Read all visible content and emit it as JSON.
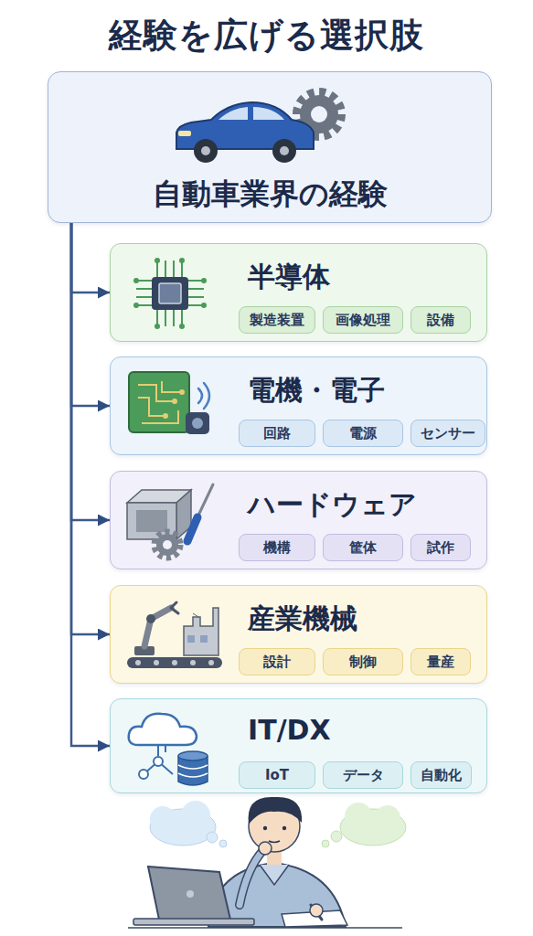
{
  "diagram": {
    "title": "経験を広げる選択肢",
    "nodes": [
      {
        "text": [
          "自動車業界の経験"
        ]
      },
      {
        "text": [
          "半導体"
        ]
      },
      {
        "text": [
          "製造装置"
        ],
        "in": 1
      },
      {
        "text": [
          "画像処理"
        ],
        "in": 1
      },
      {
        "text": [
          "設備"
        ],
        "in": 1
      },
      {
        "text": [
          "電機・電子"
        ]
      },
      {
        "text": [
          "回路"
        ],
        "in": 5
      },
      {
        "text": [
          "電源"
        ],
        "in": 5
      },
      {
        "text": [
          "センサー"
        ],
        "in": 5
      },
      {
        "text": [
          "ハードウェア"
        ]
      },
      {
        "text": [
          "機構"
        ],
        "in": 9
      },
      {
        "text": [
          "筐体"
        ],
        "in": 9
      },
      {
        "text": [
          "試作"
        ],
        "in": 9
      },
      {
        "text": [
          "産業機械"
        ]
      },
      {
        "text": [
          "設計"
        ],
        "in": 13
      },
      {
        "text": [
          "制御"
        ],
        "in": 13
      },
      {
        "text": [
          "量産"
        ],
        "in": 13
      },
      {
        "text": [
          "IT/DX"
        ]
      },
      {
        "text": [
          "IoT"
        ],
        "in": 17
      },
      {
        "text": [
          "データ"
        ],
        "in": 17
      },
      {
        "text": [
          "自動化"
        ],
        "in": 17
      }
    ],
    "edges": [
      {
        "from": 0,
        "to": 1,
        "arrow": "to"
      },
      {
        "from": 0,
        "to": 5,
        "arrow": "to"
      },
      {
        "from": 0,
        "to": 9,
        "arrow": "to"
      },
      {
        "from": 0,
        "to": 13,
        "arrow": "to"
      },
      {
        "from": 0,
        "to": 17,
        "arrow": "to"
      }
    ]
  }
}
